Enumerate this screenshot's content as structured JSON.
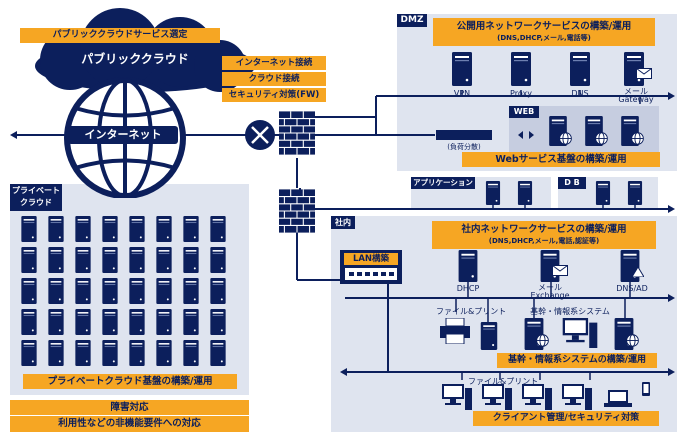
{
  "cloud": {
    "public_selection": "パブリッククラウドサービス選定",
    "public_cloud": "パブリッククラウド",
    "internet": "インターネット"
  },
  "fw_labels": [
    "インターネット接続",
    "クラウド接続",
    "セキュリティ対策(FW)"
  ],
  "dmz": {
    "tag": "DMZ",
    "title": "公開用ネットワークサービスの構築/運用",
    "subtitle": "(DNS,DHCP,メール,電話等)",
    "servers": [
      "VPN",
      "Proxy",
      "DNS"
    ],
    "mail_label": "メール",
    "gateway_label": "Gateway",
    "web_tag": "WEB",
    "load_balance": "(負荷分散)",
    "web_title": "Webサービス基盤の構築/運用"
  },
  "private": {
    "tag_line1": "プライベート",
    "tag_line2": "クラウド",
    "title": "プライベートクラウド基盤の構築/運用"
  },
  "bottom_boxes": [
    "障害対応",
    "利用性などの非機能要件への対応"
  ],
  "app_tag": "アプリケーション",
  "db_tag": "D B",
  "internal": {
    "tag": "社内",
    "title": "社内ネットワークサービスの構築/運用",
    "subtitle": "(DNS,DHCP,メール,電話,認証等)",
    "lan": "LAN構築",
    "dhcp": "DHCP",
    "mail_label": "メール",
    "exchange_label": "Exchange",
    "dnsad": "DNS/AD",
    "file_print": "ファイル&プリント",
    "core_system": "基幹・情報系システム",
    "core_title": "基幹・情報系システムの構築/運用",
    "file_print2": "ファイル&プリント",
    "client_title": "クライアント管理/セキュリティ対策"
  },
  "colors": {
    "navy": "#0c1f5c",
    "orange": "#f6a623",
    "panel": "#dfe4ef"
  }
}
